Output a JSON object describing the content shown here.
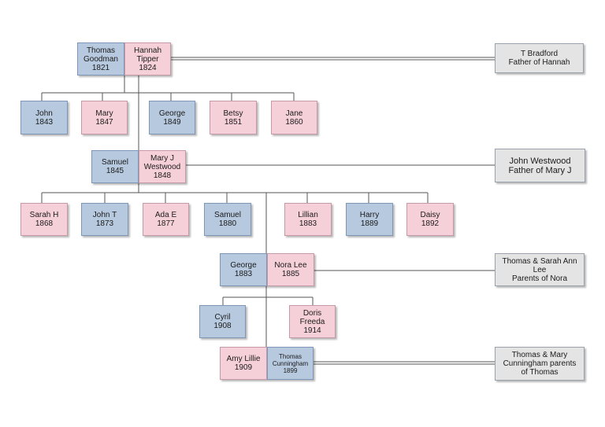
{
  "colors": {
    "male": "#b7c9df",
    "female": "#f6d0d9",
    "note": "#e4e4e4",
    "line": "#555555"
  },
  "people": {
    "thomas_goodman": {
      "first": "Thomas",
      "second": "Goodman",
      "year": "1821"
    },
    "hannah_tipper": {
      "first": "Hannah",
      "second": "Tipper",
      "year": "1824"
    },
    "john": {
      "name": "John",
      "year": "1843"
    },
    "mary": {
      "name": "Mary",
      "year": "1847"
    },
    "george_1849": {
      "name": "George",
      "year": "1849"
    },
    "betsy": {
      "name": "Betsy",
      "year": "1851"
    },
    "jane": {
      "name": "Jane",
      "year": "1860"
    },
    "samuel_1845": {
      "name": "Samuel",
      "year": "1845"
    },
    "mary_j_westwood": {
      "first": "Mary J",
      "second": "Westwood",
      "year": "1848"
    },
    "sarah_h": {
      "name": "Sarah H",
      "year": "1868"
    },
    "john_t": {
      "name": "John T",
      "year": "1873"
    },
    "ada_e": {
      "name": "Ada E",
      "year": "1877"
    },
    "samuel_1880": {
      "name": "Samuel",
      "year": "1880"
    },
    "lillian": {
      "name": "Lillian",
      "year": "1883"
    },
    "harry": {
      "name": "Harry",
      "year": "1889"
    },
    "daisy": {
      "name": "Daisy",
      "year": "1892"
    },
    "george_1883": {
      "name": "George",
      "year": "1883"
    },
    "nora_lee": {
      "name": "Nora Lee",
      "year": "1885"
    },
    "cyril": {
      "name": "Cyril",
      "year": "1908"
    },
    "doris_freeda": {
      "first": "Doris",
      "second": "Freeda",
      "year": "1914"
    },
    "amy_lillie": {
      "name": "Amy Lillie",
      "year": "1909"
    },
    "thomas_cunningham": {
      "first": "Thomas",
      "second": "Cunningham",
      "year": "1899"
    }
  },
  "notes": {
    "bradford": {
      "line1": "T Bradford",
      "line2": "Father of Hannah"
    },
    "westwood": {
      "line1": "John Westwood",
      "line2": "Father of Mary J"
    },
    "lee": {
      "line1": "Thomas & Sarah Ann",
      "line2": "Lee",
      "line3": "Parents of Nora"
    },
    "cunningham": {
      "line1": "Thomas & Mary",
      "line2": "Cunningham parents",
      "line3": "of Thomas"
    }
  }
}
